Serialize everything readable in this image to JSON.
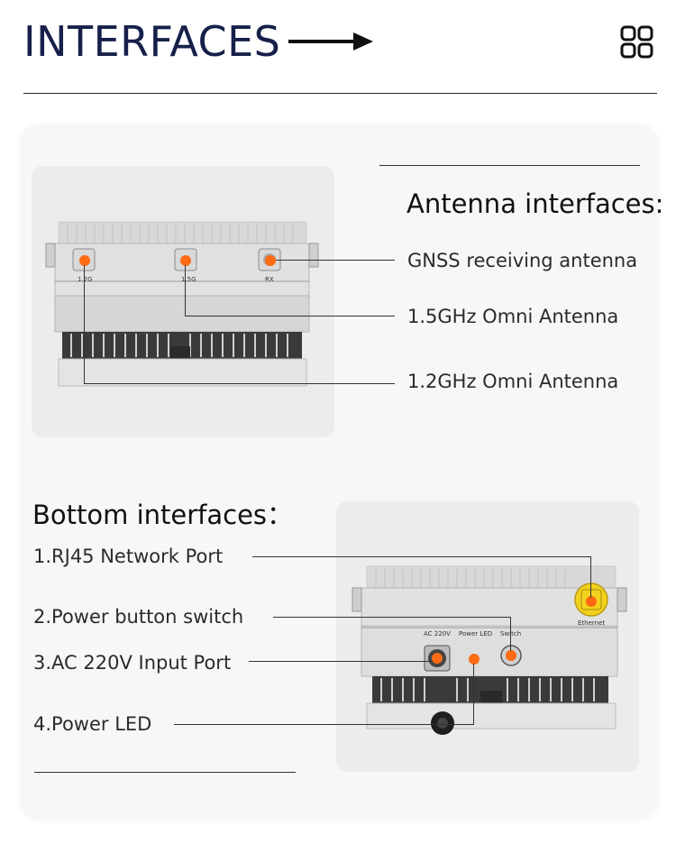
{
  "header": {
    "title": "INTERFACES",
    "arrow_icon": "arrow-right-icon",
    "menu_icon": "grid-icon"
  },
  "antenna": {
    "heading": "Antenna interfaces:",
    "labels": [
      "GNSS receiving antenna",
      "1.5GHz Omni Antenna",
      "1.2GHz Omni Antenna"
    ],
    "port_marks": [
      "1.2G",
      "1.5G",
      "RX"
    ]
  },
  "bottom": {
    "heading": "Bottom interfaces：",
    "labels": [
      "1.RJ45 Network Port",
      "2.Power button switch",
      "3.AC 220V Input Port",
      "4.Power LED"
    ],
    "panel_marks": [
      "AC 220V",
      "Power LED",
      "Switch",
      "Ethernet"
    ]
  },
  "colors": {
    "title": "#16204a",
    "accent_dot": "#ff6a14",
    "ethernet_cap": "#f2d21e",
    "card": "#f7f7f7",
    "panel": "#ececec"
  }
}
